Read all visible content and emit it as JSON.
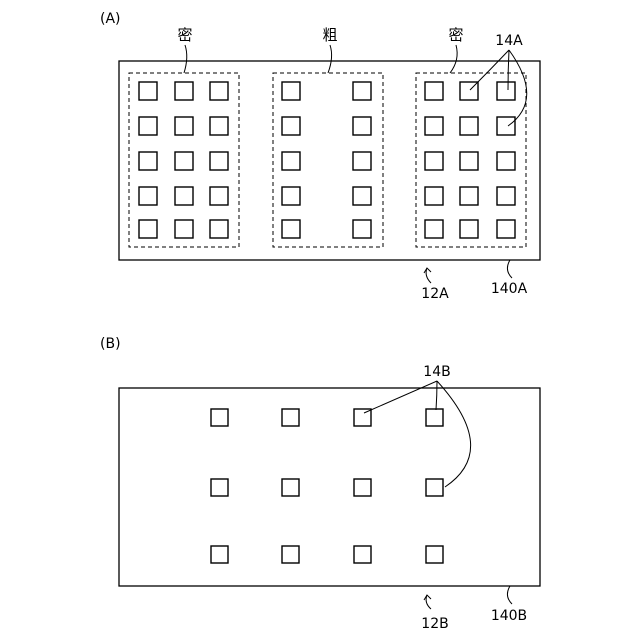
{
  "panel_a": {
    "tag": "(A)",
    "density_labels": [
      "密",
      "粗",
      "密"
    ],
    "chip_ref": "14A",
    "substrate_ref": "12A",
    "edge_ref": "140A",
    "regions": [
      {
        "columns": 3,
        "rows": 5
      },
      {
        "columns": 2,
        "rows": 5
      },
      {
        "columns": 3,
        "rows": 5
      }
    ]
  },
  "panel_b": {
    "tag": "(B)",
    "chip_ref": "14B",
    "substrate_ref": "12B",
    "edge_ref": "140B",
    "grid": {
      "columns": 4,
      "rows": 3
    }
  }
}
